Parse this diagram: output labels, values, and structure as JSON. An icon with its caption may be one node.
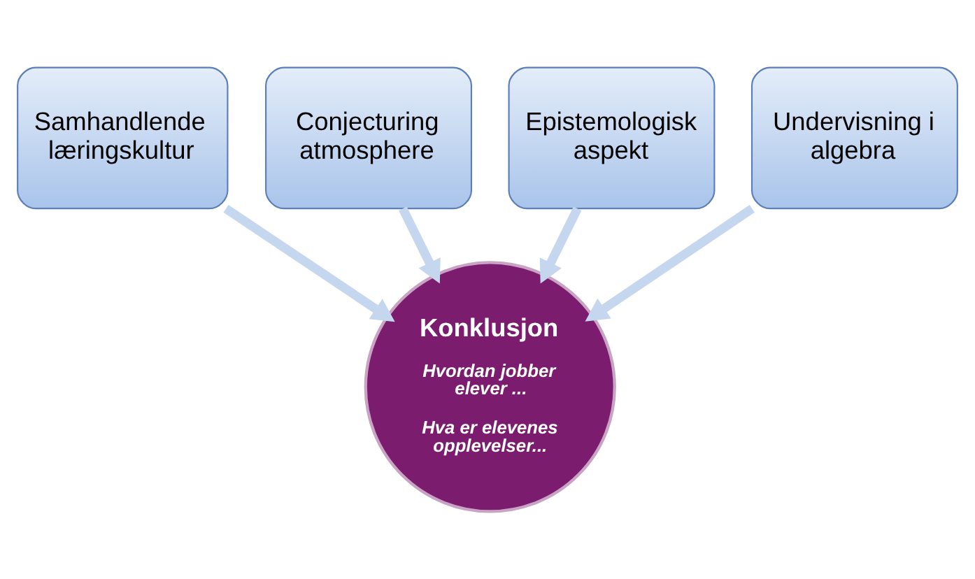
{
  "diagram": {
    "nodes": [
      {
        "text": [
          "Samhandlende læringskultur"
        ]
      },
      {
        "text": [
          "Conjecturing atmosphere"
        ]
      },
      {
        "text": [
          "Epistemologisk aspekt"
        ]
      },
      {
        "text": [
          "Undervisning i algebra"
        ]
      },
      {
        "text": [
          "Konklusjon",
          "Hvordan jobber elever ...",
          "Hva er elevenes opplevelser..."
        ]
      }
    ],
    "edges": [
      {
        "from": 0,
        "to": 4,
        "arrow": "to"
      },
      {
        "from": 1,
        "to": 4,
        "arrow": "to"
      },
      {
        "from": 2,
        "to": 4,
        "arrow": "to"
      },
      {
        "from": 3,
        "to": 4,
        "arrow": "to"
      }
    ]
  }
}
